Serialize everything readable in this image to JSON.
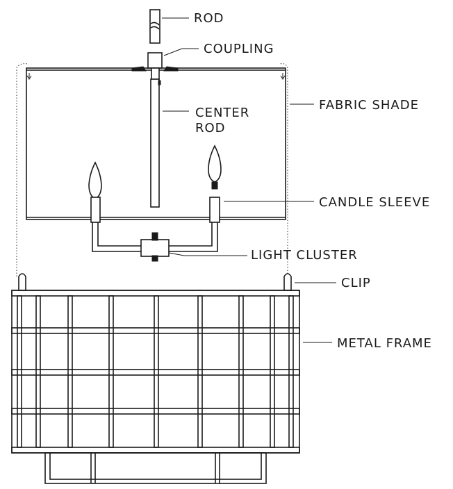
{
  "labels": {
    "rod": "ROD",
    "coupling": "COUPLING",
    "center_rod_1": "CENTER",
    "center_rod_2": "ROD",
    "fabric_shade": "FABRIC SHADE",
    "candle_sleeve": "CANDLE SLEEVE",
    "light_cluster": "LIGHT CLUSTER",
    "clip": "CLIP",
    "metal_frame": "METAL FRAME"
  }
}
